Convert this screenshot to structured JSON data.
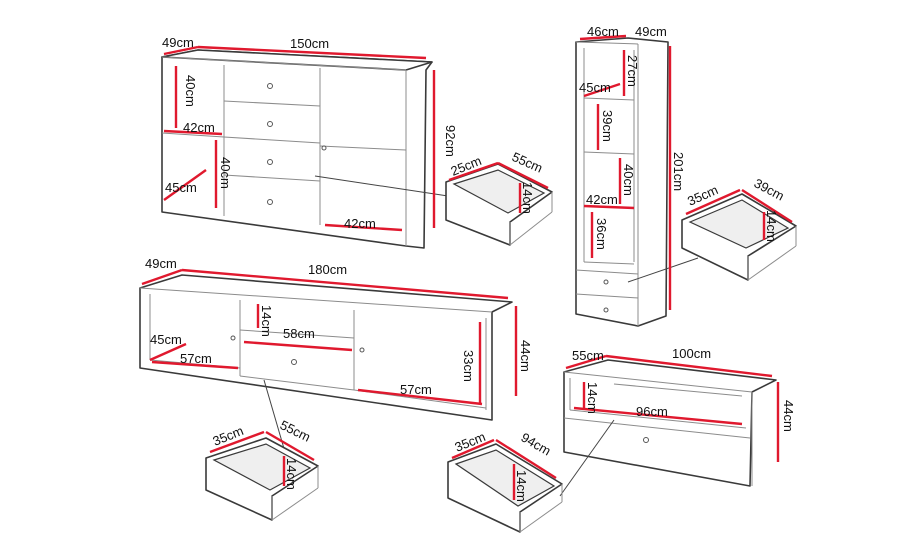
{
  "diagram": {
    "sideboard": {
      "depth": "49cm",
      "width": "150cm",
      "height": "92cm",
      "shelf_upper": "40cm",
      "shelf_depth": "42cm",
      "shelf_lower": "40cm",
      "inner_depth": "45cm",
      "bottom_depth": "42cm"
    },
    "sideboard_drawer": {
      "depth": "25cm",
      "width": "55cm",
      "height": "14cm"
    },
    "tall_cabinet": {
      "width": "46cm",
      "depth": "49cm",
      "height": "201cm",
      "top_shelf": "27cm",
      "inner_depth": "45cm",
      "shelf_two": "39cm",
      "shelf_three": "40cm",
      "shelf_depth": "42cm",
      "shelf_bottom": "36cm"
    },
    "tall_drawer": {
      "depth": "35cm",
      "width": "39cm",
      "height": "14cm"
    },
    "tv_unit": {
      "depth": "49cm",
      "width": "180cm",
      "height": "44cm",
      "inner_depth": "45cm",
      "left_width": "57cm",
      "drawer_gap": "14cm",
      "drawer_width": "58cm",
      "right_height": "33cm",
      "right_width": "57cm"
    },
    "tv_drawer": {
      "depth": "35cm",
      "width": "55cm",
      "height": "14cm"
    },
    "coffee_table": {
      "depth": "55cm",
      "width": "100cm",
      "height": "44cm",
      "shelf_gap": "14cm",
      "shelf_width": "96cm"
    },
    "coffee_drawer": {
      "depth": "35cm",
      "width": "94cm",
      "height": "14cm"
    }
  }
}
